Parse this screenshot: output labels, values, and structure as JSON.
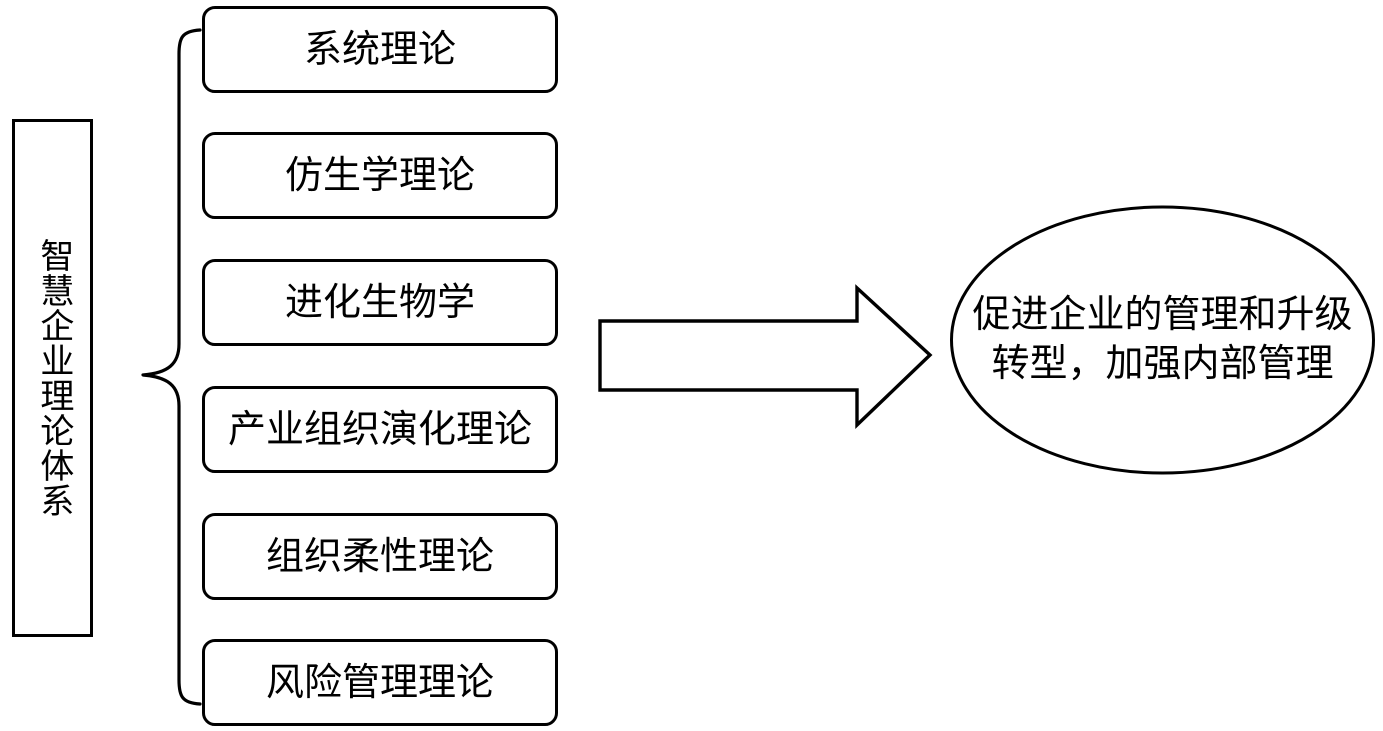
{
  "diagram": {
    "root": {
      "label": "智慧企业理论体系"
    },
    "brace": {
      "name": "curly-brace-connector"
    },
    "theories": [
      {
        "label": "系统理论"
      },
      {
        "label": "仿生学理论"
      },
      {
        "label": "进化生物学"
      },
      {
        "label": "产业组织演化理论"
      },
      {
        "label": "组织柔性理论"
      },
      {
        "label": "风险管理理论"
      }
    ],
    "arrow": {
      "direction": "right"
    },
    "outcome": {
      "line1": "促进企业的管理和升级",
      "line2": "转型，加强内部管理"
    },
    "colors": {
      "stroke": "#000000",
      "fill": "#ffffff",
      "text": "#000000"
    }
  }
}
